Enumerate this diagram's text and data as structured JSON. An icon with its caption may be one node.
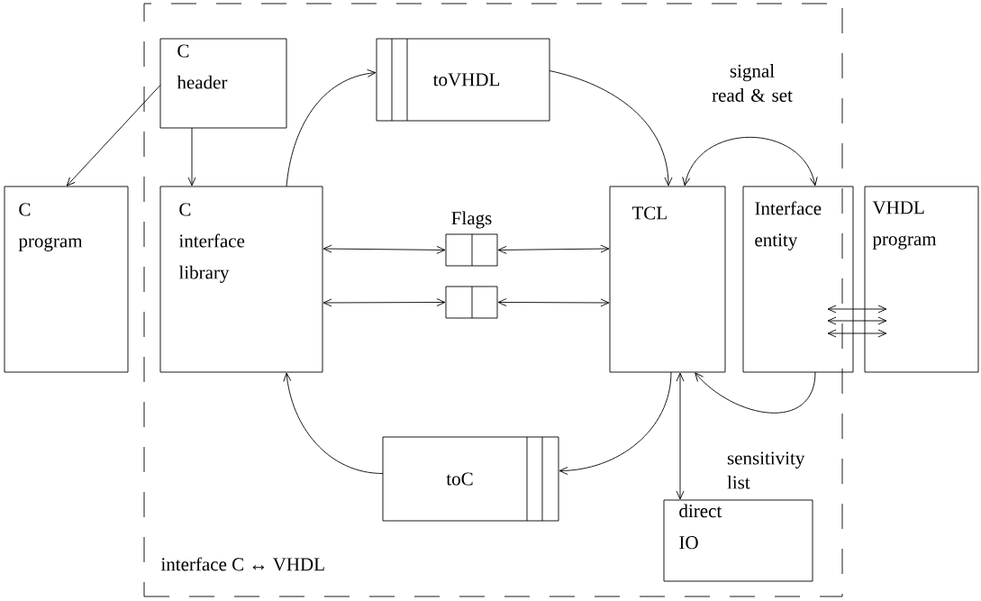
{
  "diagram": {
    "nodes": [
      {
        "text": [
          "interface C ↔ VHDL"
        ]
      },
      {
        "text": [
          "C header"
        ],
        "in": 0
      },
      {
        "text": [
          "toVHDL"
        ],
        "in": 0
      },
      {
        "text": [
          "C program"
        ]
      },
      {
        "text": [
          "C interface library"
        ],
        "in": 0
      },
      {
        "text": [
          "Flags"
        ],
        "in": 0
      },
      {
        "text": [],
        "shape": "box",
        "in": 0
      },
      {
        "text": [
          "TCL"
        ],
        "in": 0
      },
      {
        "text": [
          "Interface entity"
        ],
        "in": 0
      },
      {
        "text": [
          "VHDL program"
        ]
      },
      {
        "text": [
          "toC"
        ],
        "in": 0
      },
      {
        "text": [
          "direct IO"
        ],
        "in": 0
      }
    ],
    "edges": [
      {
        "from": 1,
        "to": 3,
        "arrow": "to"
      },
      {
        "from": 1,
        "to": 4,
        "arrow": "to"
      },
      {
        "from": 4,
        "to": 2,
        "arrow": "to"
      },
      {
        "from": 2,
        "to": 7,
        "arrow": "to"
      },
      {
        "from": 7,
        "to": 8,
        "arrow": "both",
        "label": "signal read & set"
      },
      {
        "from": 8,
        "to": 7,
        "arrow": "to",
        "label": "sensitivity list"
      },
      {
        "from": 7,
        "to": 10,
        "arrow": "to"
      },
      {
        "from": 10,
        "to": 4,
        "arrow": "to"
      },
      {
        "from": 7,
        "to": 11,
        "arrow": "both"
      },
      {
        "from": 4,
        "to": 5,
        "arrow": "both"
      },
      {
        "from": 5,
        "to": 7,
        "arrow": "both"
      },
      {
        "from": 4,
        "to": 6,
        "arrow": "both"
      },
      {
        "from": 6,
        "to": 7,
        "arrow": "both"
      },
      {
        "from": 8,
        "to": 9,
        "arrow": "both"
      },
      {
        "from": 8,
        "to": 9,
        "arrow": "both"
      },
      {
        "from": 8,
        "to": 9,
        "arrow": "both"
      }
    ]
  }
}
